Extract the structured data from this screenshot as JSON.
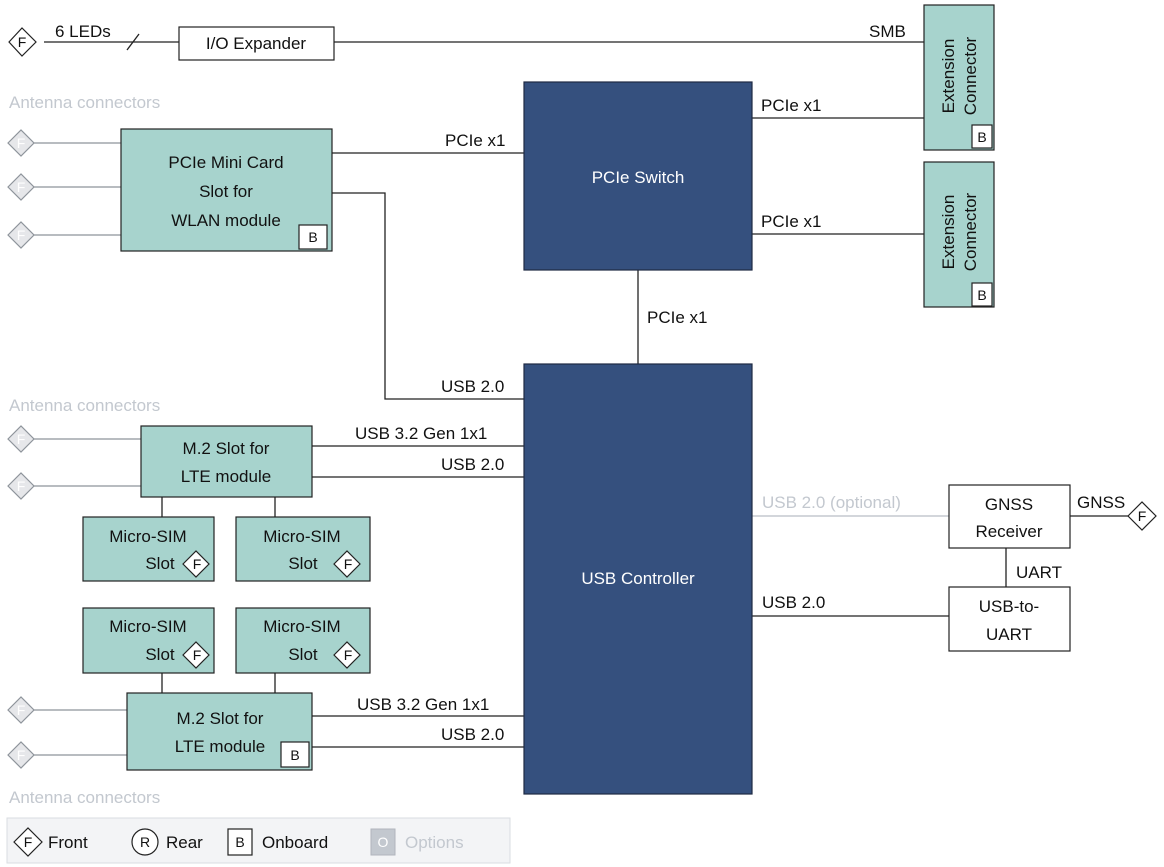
{
  "antenna_labels": [
    "Antenna connectors",
    "Antenna connectors",
    "Antenna connectors"
  ],
  "badges": {
    "front": "F",
    "rear": "R",
    "onboard": "B",
    "options": "O"
  },
  "blocks": {
    "io_expander": "I/O Expander",
    "pcie_switch": "PCIe Switch",
    "usb_controller": "USB Controller",
    "wlan_slot": [
      "PCIe Mini Card",
      "Slot for",
      "WLAN module"
    ],
    "ext_connector": [
      "Extension",
      "Connector"
    ],
    "lte_slot": [
      "M.2 Slot for",
      "LTE module"
    ],
    "micro_sim": [
      "Micro-SIM",
      "Slot"
    ],
    "gnss": [
      "GNSS",
      "Receiver"
    ],
    "usb_uart": [
      "USB-to-",
      "UART"
    ]
  },
  "links": {
    "leds": "6 LEDs",
    "smb": "SMB",
    "pcie_x1": "PCIe x1",
    "usb20": "USB 2.0",
    "usb32": "USB 3.2 Gen 1x1",
    "usb20_optional": "USB 2.0 (optional)",
    "gnss": "GNSS",
    "uart": "UART"
  },
  "legend": {
    "front": "Front",
    "rear": "Rear",
    "onboard": "Onboard",
    "options": "Options"
  },
  "colors": {
    "module": "#a7d3cd",
    "controller": "#35507e",
    "muted": "#c3c8cf"
  }
}
